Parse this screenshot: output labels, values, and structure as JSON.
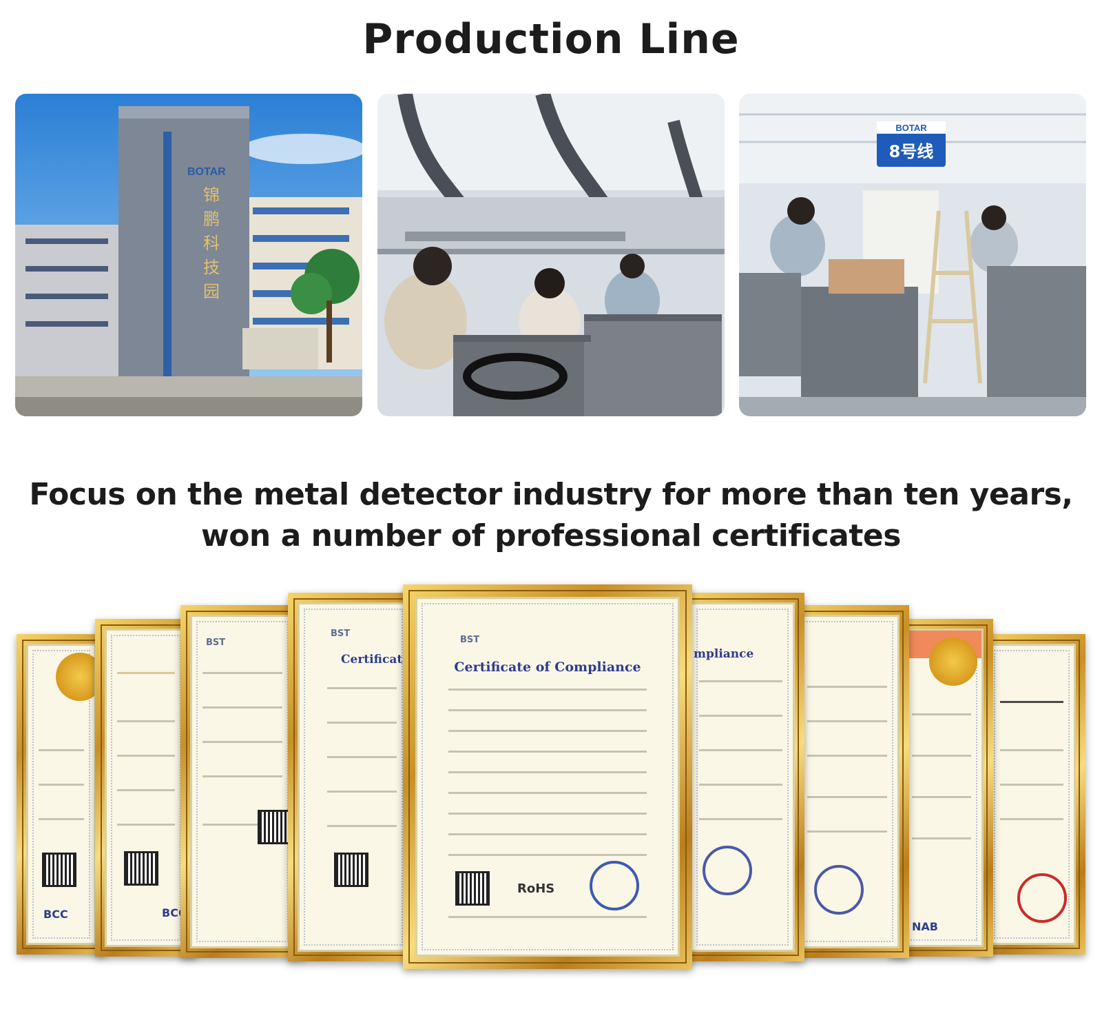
{
  "heading": "Production Line",
  "photos": [
    {
      "label": "factory-building-photo",
      "sign": "BOTAR",
      "chars": "锦鹏科技园"
    },
    {
      "label": "workshop-photo"
    },
    {
      "label": "production-line-8-photo",
      "sign_brand": "BOTAR",
      "sign_line": "8号线"
    }
  ],
  "subheading": {
    "line1": "Focus on the metal detector industry for more than ten years,",
    "line2": "won a number of professional certificates"
  },
  "certificates": {
    "main_title": "Certificate of Compliance",
    "partial_title": "Certificat",
    "partial_title_right": "mpliance",
    "lab": "BST",
    "mark": "RoHS"
  }
}
